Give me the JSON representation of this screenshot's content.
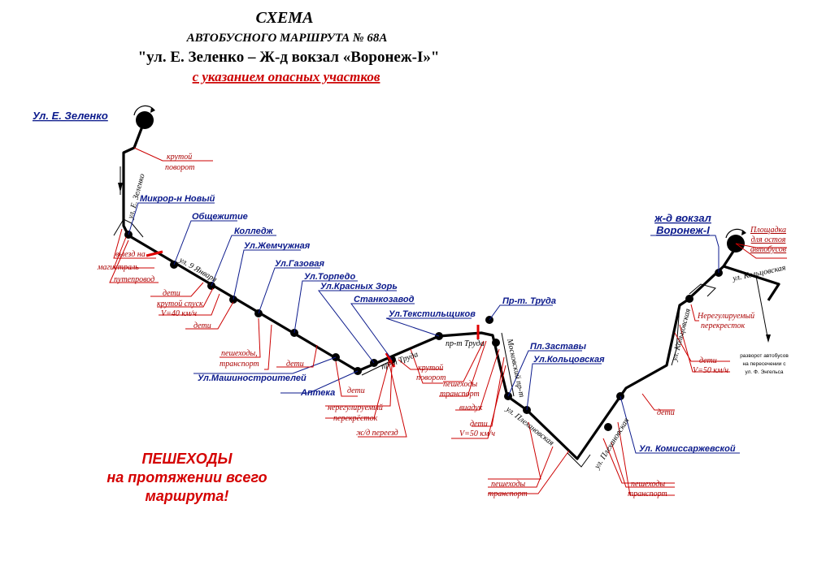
{
  "title": {
    "line1": "СХЕМА",
    "line2": "АВТОБУСНОГО МАРШРУТА № 68А",
    "line3": "\"ул. Е. Зеленко – Ж-д вокзал «Воронеж-I»\"",
    "line4": "с указанием опасных участков"
  },
  "terminals": {
    "start": "Ул. Е. Зеленко",
    "end_line1": "ж-д вокзал",
    "end_line2": "Воронеж-I",
    "parking_line1": "Площадка",
    "parking_line2": "для остоя",
    "parking_line3": "автобусов"
  },
  "stops": {
    "mikror": "Микрор-н Новый",
    "obsh": "Общежитие",
    "kolledzh": "Колледж",
    "zhemch": "Ул.Жемчужная",
    "gazovaya": "Ул.Газовая",
    "torpedo": "Ул.Торпедо",
    "krasnyh": "Ул.Красных Зорь",
    "stanko": "Станкозавод",
    "tekstil": "Ул.Текстильщиков",
    "prtruda": "Пр-т. Труда",
    "zastavy": "Пл.Заставы",
    "koltsov": "Ул.Кольцовская",
    "komiss": "Ул. Комиссаржевской",
    "mashin": "Ул.Машиностроителей",
    "apteka": "Аптека"
  },
  "hazards": {
    "krutoy1": "крутой",
    "povorot1": "поворот",
    "vyezd1": "выезд на",
    "vyezd2": "магистраль",
    "puteprovod": "путепровод",
    "deti1": "дети",
    "spusk": "крутой спуск",
    "speed40": "V=40 км/ч",
    "deti2": "дети",
    "ped1a": "пешеходы,",
    "ped1b": "транспорт",
    "deti3": "дети",
    "deti4": "дети",
    "nereg1a": "нерегулируемый",
    "nereg1b": "перекрёсток",
    "pereezd": "ж/д переезд",
    "krutoy2": "крутой",
    "povorot2": "поворот",
    "ped2a": "пешеходы",
    "ped2b": "транспорт",
    "viaduk": "виадук",
    "deti5": "дети",
    "speed50a": "V=50 км/ч",
    "ped3a": "пешеходы",
    "ped3b": "транспорт",
    "ped4a": "пешеходы",
    "ped4b": "транспорт",
    "deti6": "дети",
    "deti7": "дети",
    "speed50b": "V=50 км/ч",
    "nereg2a": "Нерегулируемый",
    "nereg2b": "перекресток"
  },
  "streets": {
    "zelenko": "ул. Е. Зеленко",
    "trud1": "пр-т Труда",
    "trud2": "пр-т Труда",
    "moskovsky": "Московский пр-т",
    "leninsky": "ул. Плехановская",
    "koltsov_st": "ул. Кольцовская",
    "koltsov_short": "ул. Кольцовская",
    "plekh": "ул. Плехановская",
    "main_diag": "ул. 9 Января"
  },
  "note": {
    "line1": "разворот автобусов",
    "line2": "на пересечении с",
    "line3": "ул. Ф. Энгельса"
  },
  "warning": {
    "line1": "ПЕШЕХОДЫ",
    "line2": "на протяжении всего",
    "line3": "маршрута!"
  },
  "colors": {
    "route": "#000000",
    "hazard": "#cc0000",
    "stop_label": "#0b1a8c"
  }
}
